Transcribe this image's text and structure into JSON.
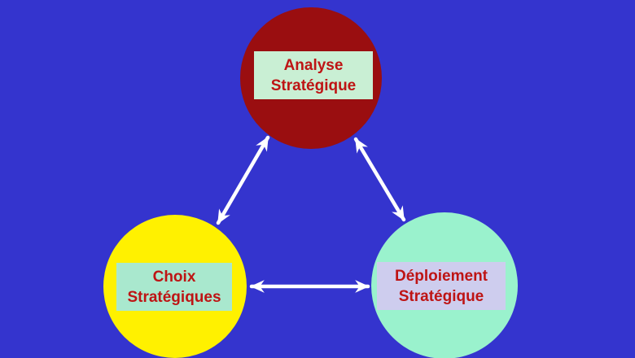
{
  "diagram": {
    "title": "Strategy cycle diagram",
    "background_color": "#3434CE",
    "arrow_color": "#FFFFFF",
    "nodes": [
      {
        "id": "analyse-strategique",
        "line1": "Analyse",
        "line2": "Stratégique",
        "circle_color": "#9A0E10",
        "label_bg": "#C9EFD4",
        "text_color": "#BE1414"
      },
      {
        "id": "choix-strategiques",
        "line1": "Choix",
        "line2": "Stratégiques",
        "circle_color": "#FFF100",
        "label_bg": "#A9E8CE",
        "text_color": "#BE1414"
      },
      {
        "id": "deploiement-strategique",
        "line1": "Déploiement",
        "line2": "Stratégique",
        "circle_color": "#9AF2CD",
        "label_bg": "#CECDEE",
        "text_color": "#BE1414"
      }
    ],
    "arrows": [
      {
        "id": "analyse-choix",
        "from": "analyse-strategique",
        "to": "choix-strategiques",
        "bidirectional": true
      },
      {
        "id": "analyse-deploiement",
        "from": "analyse-strategique",
        "to": "deploiement-strategique",
        "bidirectional": true
      },
      {
        "id": "choix-deploiement",
        "from": "choix-strategiques",
        "to": "deploiement-strategique",
        "bidirectional": true
      }
    ]
  }
}
